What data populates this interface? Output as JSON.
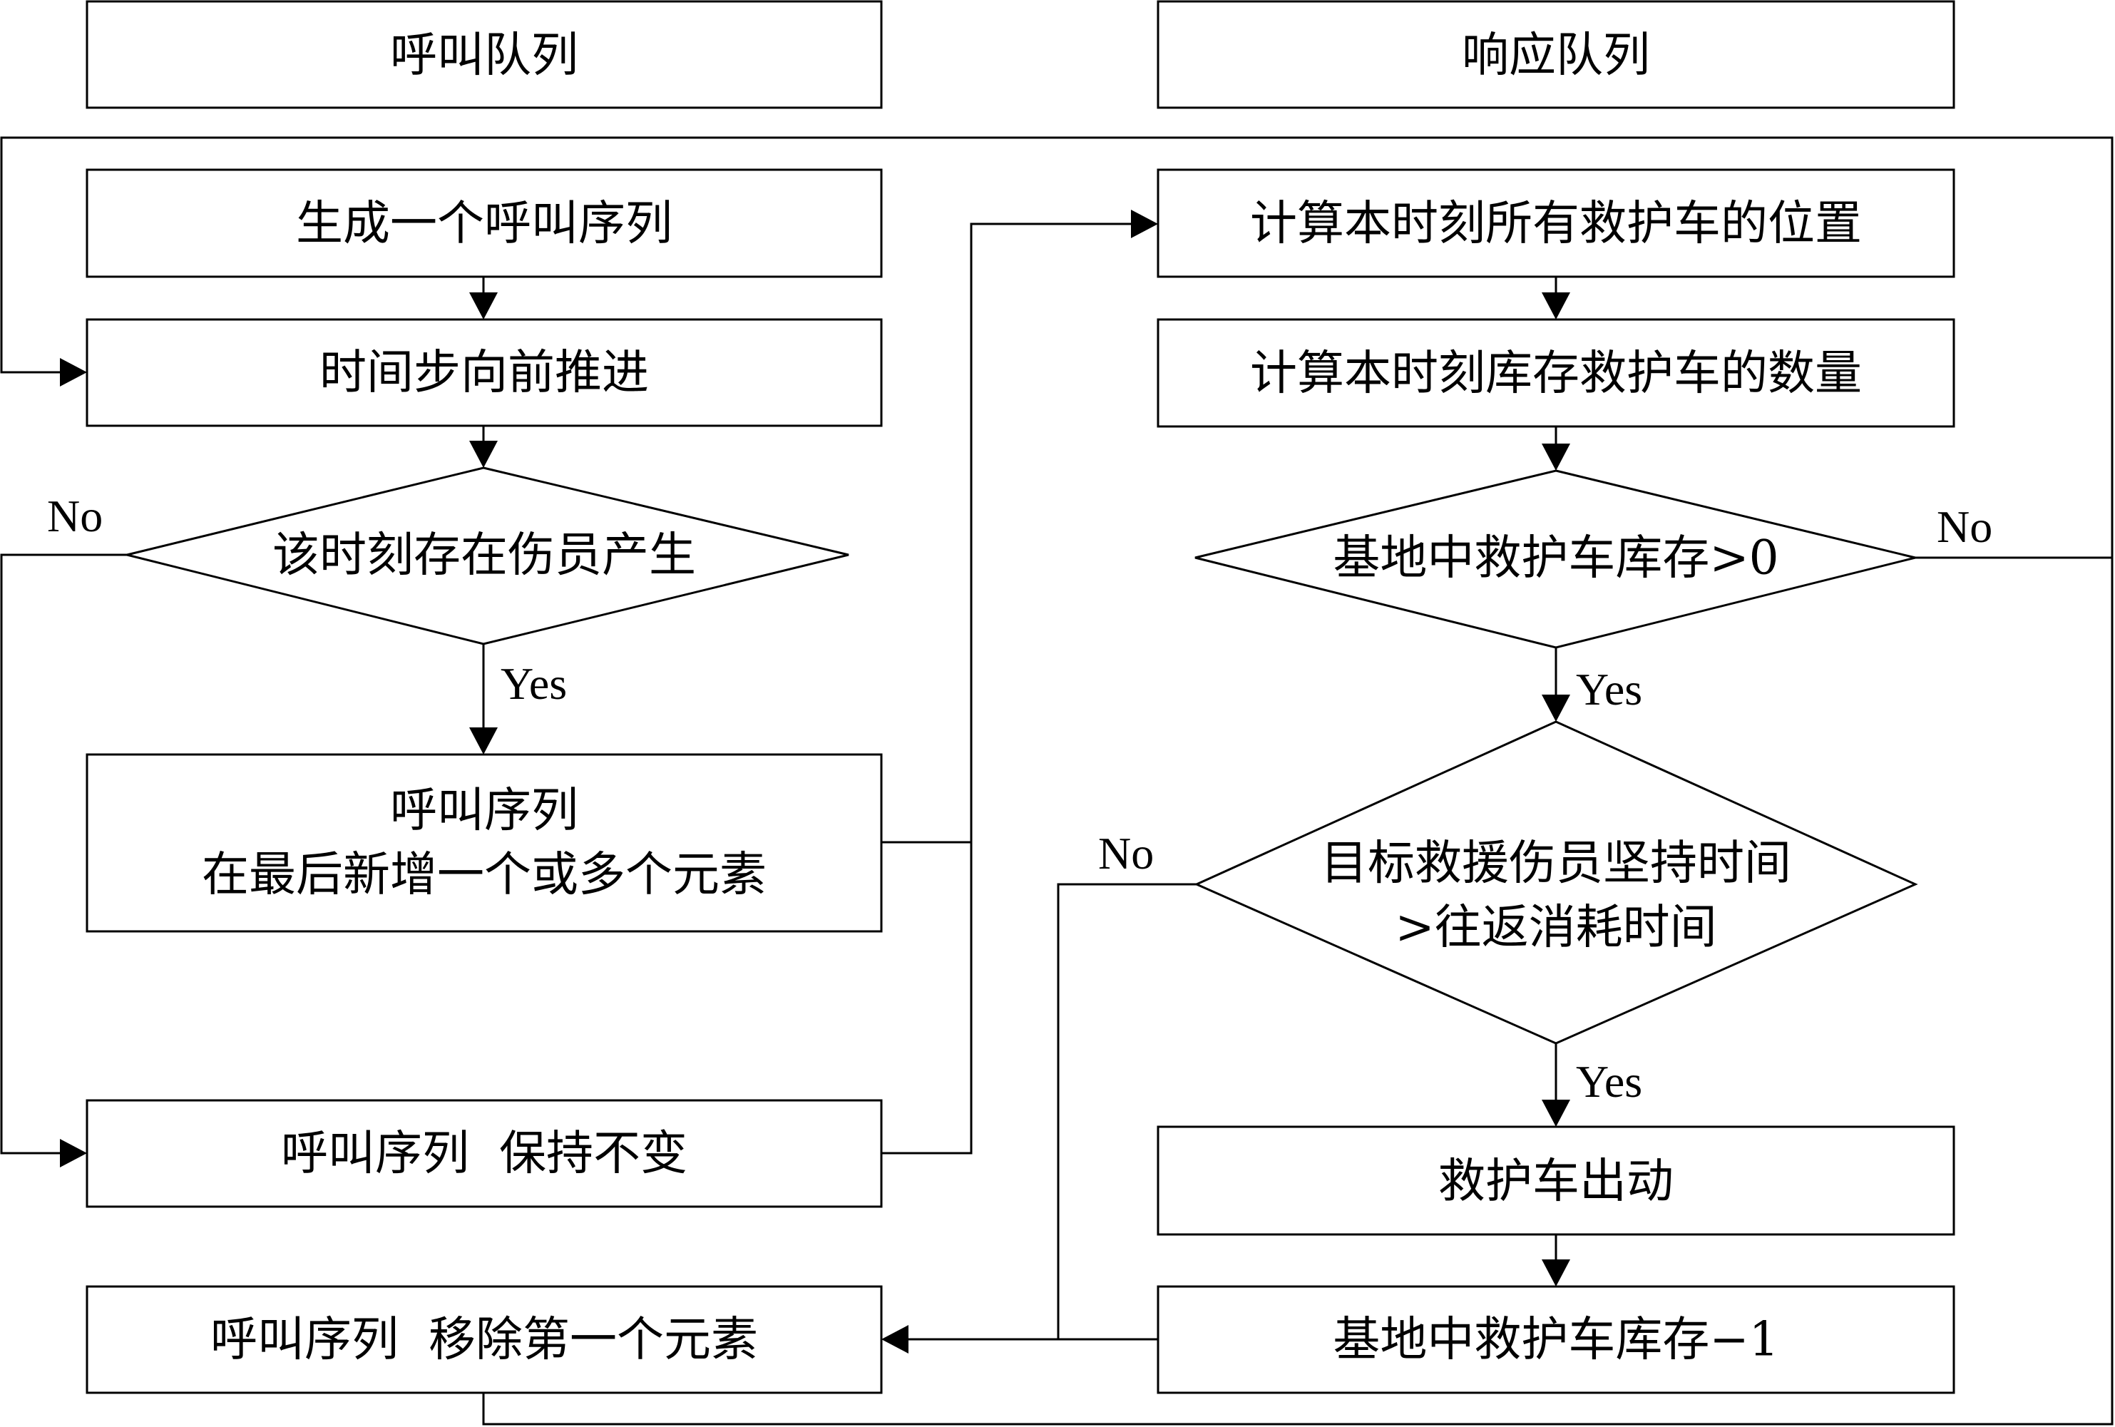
{
  "columns": {
    "call_queue": "呼叫队列",
    "response_queue": "响应队列"
  },
  "nodes": {
    "generate_sequence": "生成一个呼叫序列",
    "advance_time": "时间步向前推进",
    "casualty_decision": "该时刻存在伤员产生",
    "append_line1": "呼叫序列",
    "append_line2": "在最后新增一个或多个元素",
    "keep_unchanged": "呼叫序列  保持不变",
    "remove_first": "呼叫序列  移除第一个元素",
    "compute_positions": "计算本时刻所有救护车的位置",
    "compute_inventory": "计算本时刻库存救护车的数量",
    "inventory_decision": "基地中救护车库存>0",
    "time_decision_line1": "目标救援伤员坚持时间",
    "time_decision_line2": ">往返消耗时间",
    "dispatch": "救护车出动",
    "inventory_minus": "基地中救护车库存−1"
  },
  "edges": {
    "casualty_no": "No",
    "casualty_yes": "Yes",
    "inventory_no": "No",
    "inventory_yes": "Yes",
    "time_no": "No",
    "time_yes": "Yes"
  }
}
